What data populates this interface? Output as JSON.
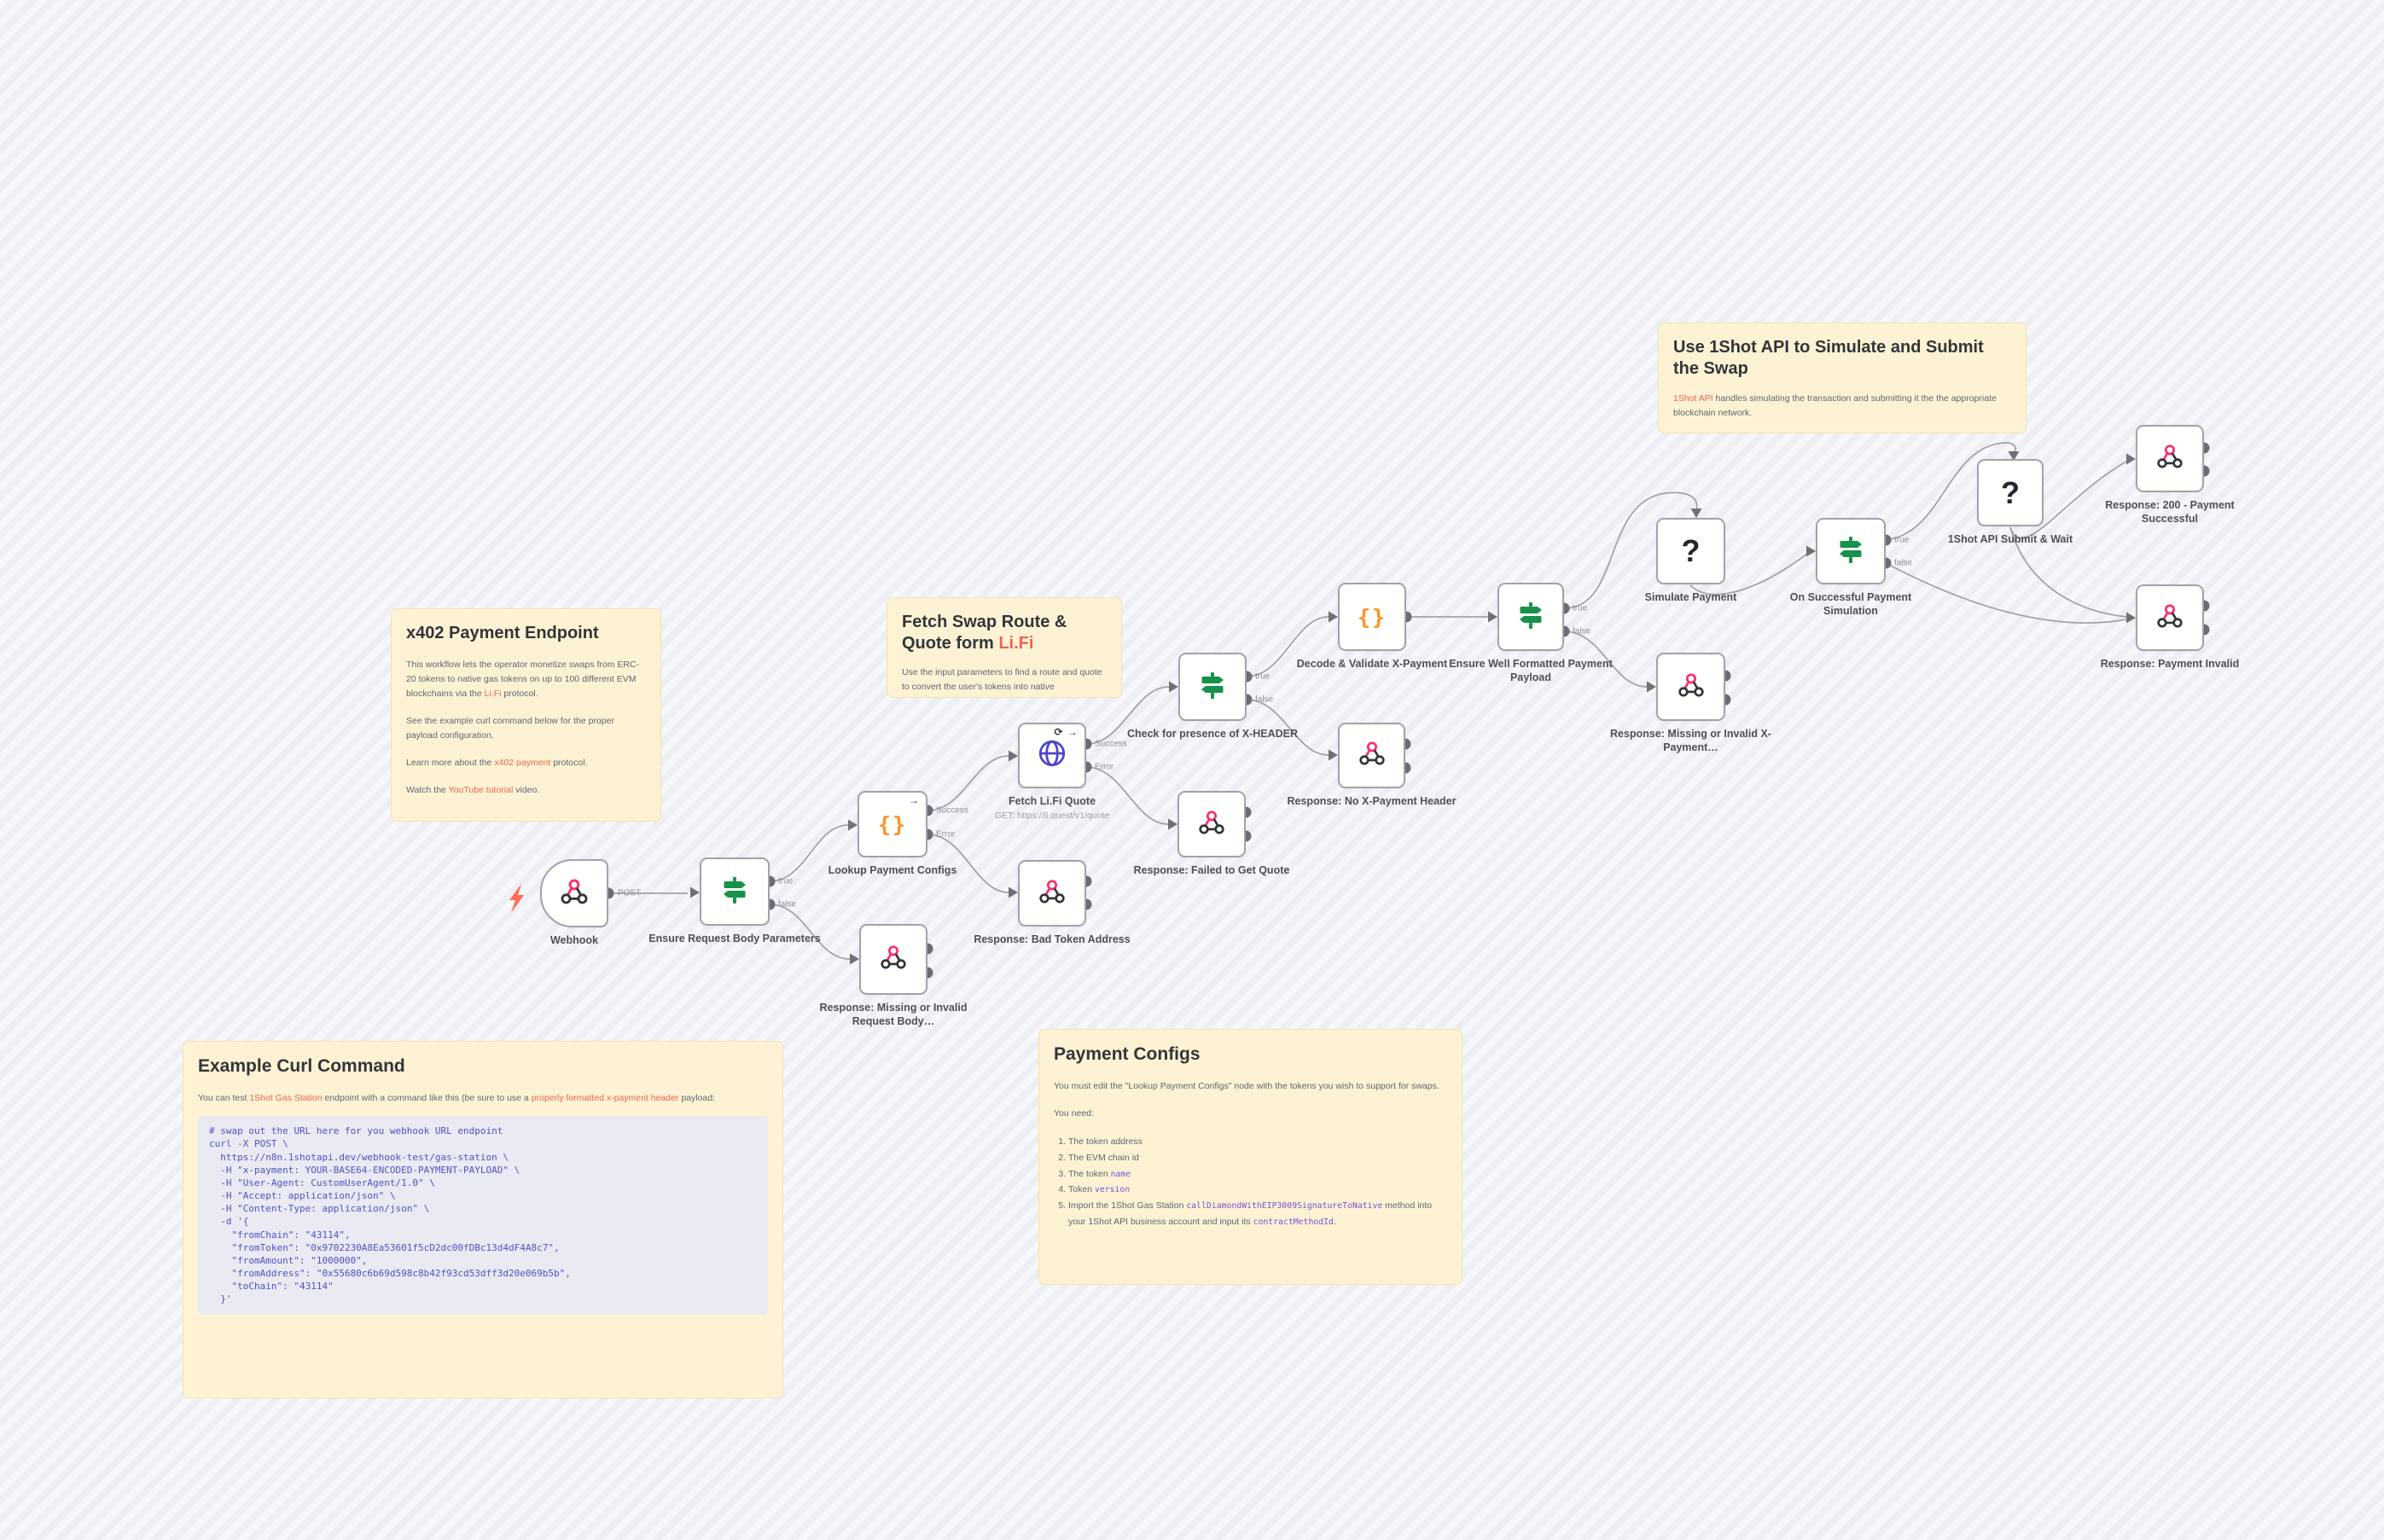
{
  "colors": {
    "sticky_bg": "#fdf3d4",
    "link_red": "#f1604f",
    "inline_code_purple": "#7a4fd4",
    "codeblock_text": "#5052c4",
    "if_green": "#17924a",
    "code_orange": "#ff9222",
    "http_blue": "#4d43ce",
    "webhook_pink": "#ff2d6a",
    "node_border": "#a1a3aa",
    "edge_gray": "#a0a4ab",
    "trigger_orange": "#ff6d52"
  },
  "workflow": {
    "nodes": {
      "webhook": {
        "label": "Webhook",
        "port_out": "POST"
      },
      "ensure_request_body": {
        "label": "Ensure Request Body Parameters",
        "port_true": "true",
        "port_false": "false"
      },
      "lookup_configs": {
        "label": "Lookup Payment Configs",
        "port_success": "Success",
        "port_error": "Error",
        "flags": "→"
      },
      "response_missing_body": {
        "label": "Response: Missing or Invalid Request Body…"
      },
      "fetch_quote": {
        "label": "Fetch Li.Fi Quote",
        "sublabel": "GET: https://li.quest/v1/quote",
        "port_success": "Success",
        "port_error": "Error",
        "flags": "⟳ →"
      },
      "response_bad_token": {
        "label": "Response: Bad Token Address"
      },
      "check_xheader": {
        "label": "Check for presence of X-HEADER",
        "port_true": "true",
        "port_false": "false"
      },
      "response_failed_quote": {
        "label": "Response: Failed to Get Quote"
      },
      "decode_validate": {
        "label": "Decode & Validate X-Payment"
      },
      "response_no_xpayment": {
        "label": "Response: No X-Payment Header"
      },
      "ensure_well_formatted": {
        "label": "Ensure Well Formatted Payment Payload",
        "port_true": "true",
        "port_false": "false"
      },
      "simulate_payment": {
        "label": "Simulate Payment"
      },
      "response_missing_xpayment": {
        "label": "Response: Missing or Invalid X-Payment…"
      },
      "on_successful": {
        "label": "On Successful Payment Simulation",
        "port_true": "true",
        "port_false": "false"
      },
      "submit_wait": {
        "label": "1Shot API Submit & Wait"
      },
      "response_200": {
        "label": "Response: 200 - Payment Successful"
      },
      "response_invalid": {
        "label": "Response: Payment Invalid"
      }
    },
    "edges": [
      {
        "from": "Webhook",
        "out": "POST",
        "to": "Ensure Request Body Parameters"
      },
      {
        "from": "Ensure Request Body Parameters",
        "out": "true",
        "to": "Lookup Payment Configs"
      },
      {
        "from": "Ensure Request Body Parameters",
        "out": "false",
        "to": "Response: Missing or Invalid Request Body…"
      },
      {
        "from": "Lookup Payment Configs",
        "out": "Success",
        "to": "Fetch Li.Fi Quote"
      },
      {
        "from": "Lookup Payment Configs",
        "out": "Error",
        "to": "Response: Bad Token Address"
      },
      {
        "from": "Fetch Li.Fi Quote",
        "out": "Success",
        "to": "Check for presence of X-HEADER"
      },
      {
        "from": "Fetch Li.Fi Quote",
        "out": "Error",
        "to": "Response: Failed to Get Quote"
      },
      {
        "from": "Check for presence of X-HEADER",
        "out": "true",
        "to": "Decode & Validate X-Payment"
      },
      {
        "from": "Check for presence of X-HEADER",
        "out": "false",
        "to": "Response: No X-Payment Header"
      },
      {
        "from": "Decode & Validate X-Payment",
        "out": "main",
        "to": "Ensure Well Formatted Payment Payload"
      },
      {
        "from": "Ensure Well Formatted Payment Payload",
        "out": "true",
        "to": "Simulate Payment"
      },
      {
        "from": "Ensure Well Formatted Payment Payload",
        "out": "false",
        "to": "Response: Missing or Invalid X-Payment…"
      },
      {
        "from": "Simulate Payment",
        "out": "main",
        "to": "On Successful Payment Simulation"
      },
      {
        "from": "On Successful Payment Simulation",
        "out": "true",
        "to": "1Shot API Submit & Wait"
      },
      {
        "from": "On Successful Payment Simulation",
        "out": "false",
        "to": "Response: Payment Invalid"
      },
      {
        "from": "1Shot API Submit & Wait",
        "out": "main",
        "to": "Response: 200 - Payment Successful"
      },
      {
        "from": "1Shot API Submit & Wait",
        "out": "main",
        "to": "Response: Payment Invalid"
      }
    ]
  },
  "sticky_notes": {
    "x402": {
      "title": "x402 Payment Endpoint",
      "p1a": "This workflow lets the operator monetize swaps from ERC-20 tokens to native gas tokens on up to 100 different EVM blockchains via the ",
      "p1_link": "Li.Fi",
      "p1b": " protocol.",
      "p2": "See the example curl command below for the proper payload configuration.",
      "p3a": "Learn more about the ",
      "p3_link": "x402 payment",
      "p3b": " protocol.",
      "p4a": "Watch the ",
      "p4_link": "YouTube tutorial",
      "p4b": " video."
    },
    "fetch_swap": {
      "title_a": "Fetch Swap Route & Quote form ",
      "title_link": "Li.Fi",
      "body": "Use the input parameters to find a route and quote to convert the user's tokens into native"
    },
    "use_1shot": {
      "title": "Use 1Shot API to Simulate and Submit the Swap",
      "body_link": "1Shot API",
      "body": " handles simulating the transaction and submitting it the the appropriate blockchain network."
    },
    "example_curl": {
      "title": "Example Curl Command",
      "intro_a": "You can test ",
      "intro_link1": "1Shot Gas Station",
      "intro_b": " endpoint with a command like this (be sure to use a ",
      "intro_link2": "properly formatted x-payment header",
      "intro_c": " payload:",
      "code_lines": [
        "# swap out the URL here for you webhook URL endpoint",
        "curl -X POST \\",
        "  https://n8n.1shotapi.dev/webhook-test/gas-station \\",
        "  -H \"x-payment: YOUR-BASE64-ENCODED-PAYMENT-PAYLOAD\" \\",
        "  -H \"User-Agent: CustomUserAgent/1.0\" \\",
        "  -H \"Accept: application/json\" \\",
        "  -H \"Content-Type: application/json\" \\",
        "  -d '{",
        "    \"fromChain\": \"43114\",",
        "    \"fromToken\": \"0x9702230A8Ea53601f5cD2dc00fDBc13d4dF4A8c7\",",
        "    \"fromAmount\": \"1000000\",",
        "    \"fromAddress\": \"0x55680c6b69d598c8b42f93cd53dff3d20e069b5b\",",
        "    \"toChain\": \"43114\"",
        "  }'"
      ]
    },
    "payment_configs": {
      "title": "Payment Configs",
      "p1": "You must edit the \"Lookup Payment Configs\" node with the tokens you wish to support for swaps.",
      "p2": "You need:",
      "items": [
        {
          "a": "The token address"
        },
        {
          "a": "The EVM chain id"
        },
        {
          "a": "The token ",
          "code": "name"
        },
        {
          "a": "Token ",
          "code": "version"
        },
        {
          "a": "Import the 1Shot Gas Station ",
          "code": "callDiamondWithEIP3009SignatureToNative",
          "b": " method into your 1Shot API business account and input its ",
          "code2": "contractMethodId",
          "c": "."
        }
      ]
    }
  }
}
